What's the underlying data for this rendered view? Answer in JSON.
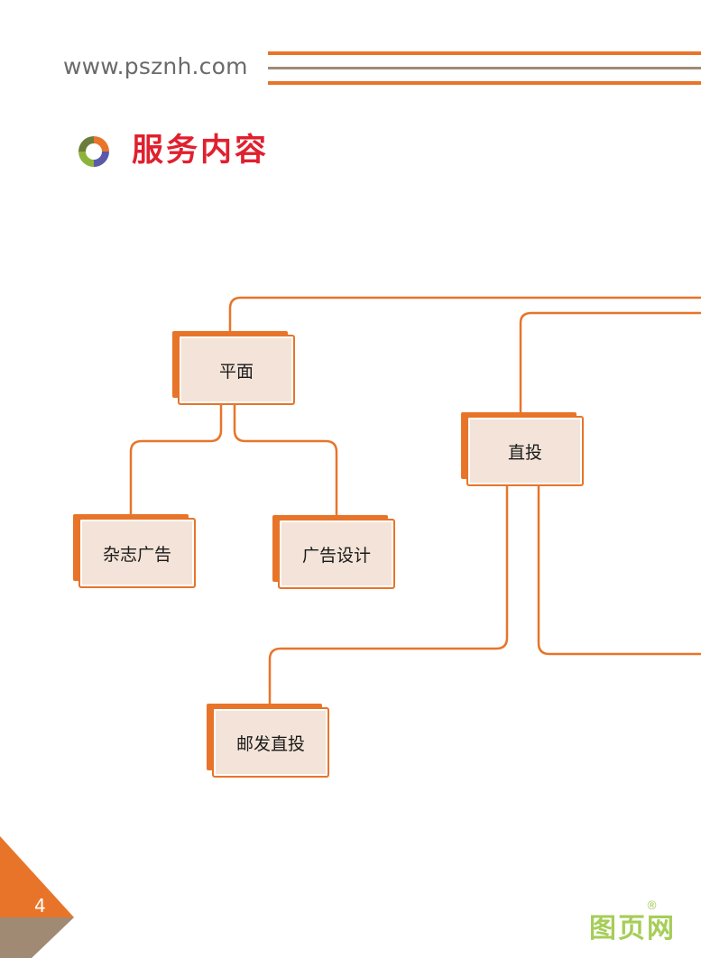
{
  "header": {
    "url": "www.psznh.com"
  },
  "section": {
    "title": "服务内容"
  },
  "nodes": {
    "print": "平面",
    "direct": "直投",
    "magazine_ad": "杂志广告",
    "ad_design": "广告设计",
    "mail_direct": "邮发直投"
  },
  "footer": {
    "page_number": "4",
    "watermark": "图页网",
    "watermark_mark": "®"
  },
  "colors": {
    "accent": "#e8742a",
    "node_fill": "#f3e3d8",
    "title": "#e0202e",
    "secondary_rule": "#a08a74",
    "corner_lower": "#a08a74",
    "watermark": "#a6cd58"
  }
}
